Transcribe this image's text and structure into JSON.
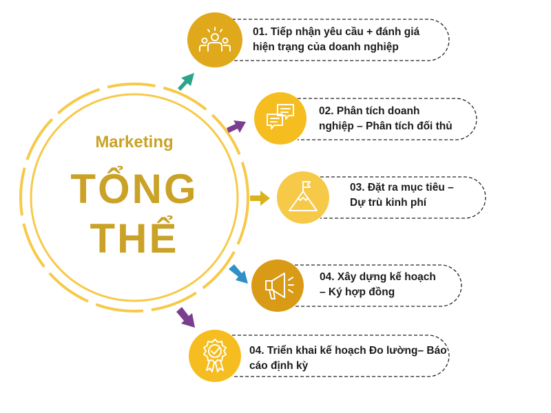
{
  "center": {
    "subtitle": "Marketing",
    "title_line1": "TỔNG",
    "title_line2": "THỂ"
  },
  "steps": [
    {
      "label": "01. Tiếp nhận yêu cầu + đánh giá\nhiện trạng của doanh nghiệp",
      "icon": "team-icon",
      "arrow_color": "#2BA58A"
    },
    {
      "label": "02. Phân tích doanh\nnghiệp – Phân tích đối thủ",
      "icon": "chat-bubbles-icon",
      "arrow_color": "#7B3E8E"
    },
    {
      "label": "03.  Đặt ra mục tiêu –\nDự trù kinh phí",
      "icon": "mountain-flag-icon",
      "arrow_color": "#D9B21E"
    },
    {
      "label": "04. Xây dựng kế hoạch\n– Ký hợp đồng",
      "icon": "megaphone-icon",
      "arrow_color": "#2E8FC9"
    },
    {
      "label": "04. Triển khai kế hoạch Đo lường– Báo\ncáo định kỳ",
      "icon": "award-badge-icon",
      "arrow_color": "#7B3E8E"
    }
  ],
  "colors": {
    "gold": "#F2B705",
    "gold_dark": "#C9A227",
    "circle_light": "#F7C948",
    "text": "#1a1a1a"
  }
}
